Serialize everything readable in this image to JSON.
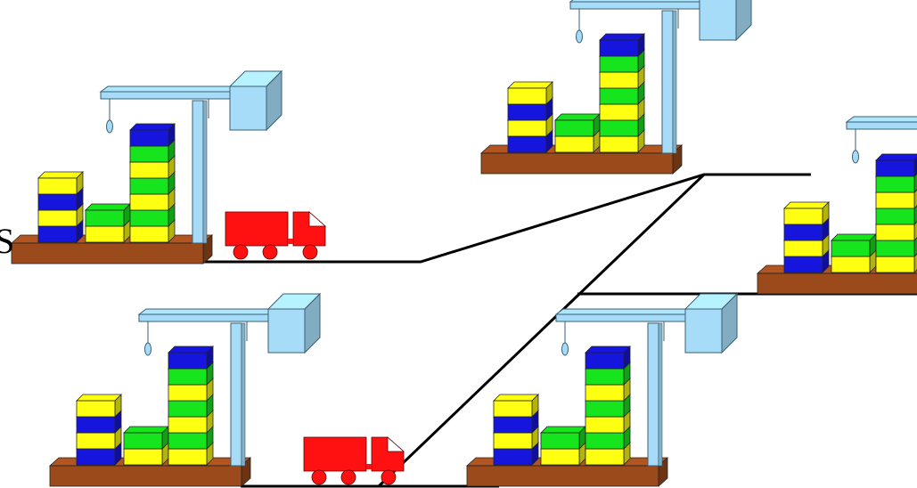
{
  "diagram": {
    "edge_label": "S",
    "colors": {
      "background": "#ffffff",
      "blue": "#1515dd",
      "yellow": "#ffff11",
      "green": "#16e41d",
      "crane": "#a6dcf7",
      "crane_stroke": "#3a5f73",
      "platform": "#9b4a1c",
      "truck": "#ff1111",
      "road": "#000000"
    },
    "stack_palettes": {
      "left": [
        "blue",
        "yellow",
        "blue",
        "yellow"
      ],
      "middle": [
        "yellow",
        "green"
      ],
      "right": [
        "yellow",
        "green",
        "yellow",
        "green",
        "yellow",
        "green",
        "blue"
      ]
    },
    "icons": [
      "crane-icon",
      "container-stack-icon",
      "truck-icon",
      "road-line"
    ],
    "terminals": [
      {
        "id": "left-terminal"
      },
      {
        "id": "top-terminal"
      },
      {
        "id": "right-terminal"
      },
      {
        "id": "bottom-left-terminal"
      },
      {
        "id": "bottom-right-terminal"
      }
    ]
  }
}
